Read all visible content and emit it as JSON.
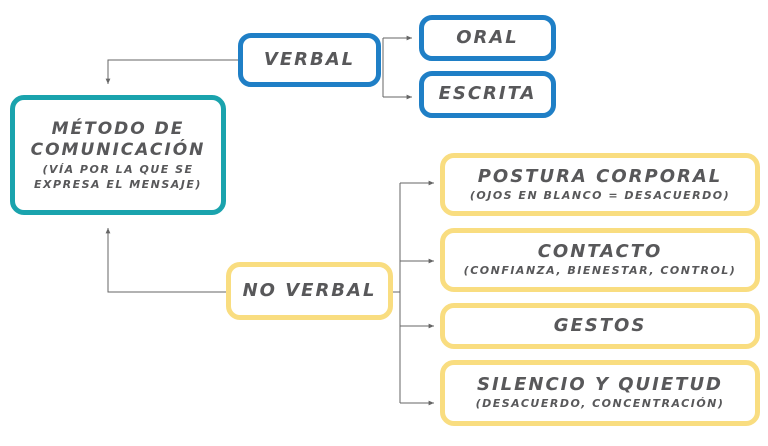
{
  "colors": {
    "verbal_border": "#1f7fc6",
    "main_border": "#1aa3ad",
    "nonverbal_border": "#f9dd80",
    "text": "#58585a",
    "connector": "#666666"
  },
  "main": {
    "title_line1": "MÉTODO DE",
    "title_line2": "COMUNICACIÓN",
    "subtitle_line1": "(VÍA POR LA QUE SE",
    "subtitle_line2": "EXPRESA EL MENSAJE)"
  },
  "verbal": {
    "label": "VERBAL",
    "children": [
      {
        "label": "ORAL"
      },
      {
        "label": "ESCRITA"
      }
    ]
  },
  "nonverbal": {
    "label": "NO VERBAL",
    "children": [
      {
        "label": "POSTURA CORPORAL",
        "detail": "(OJOS EN BLANCO = DESACUERDO)"
      },
      {
        "label": "CONTACTO",
        "detail": "(CONFIANZA, BIENESTAR, CONTROL)"
      },
      {
        "label": "GESTOS",
        "detail": ""
      },
      {
        "label": "SILENCIO Y QUIETUD",
        "detail": "(DESACUERDO, CONCENTRACIÓN)"
      }
    ]
  }
}
